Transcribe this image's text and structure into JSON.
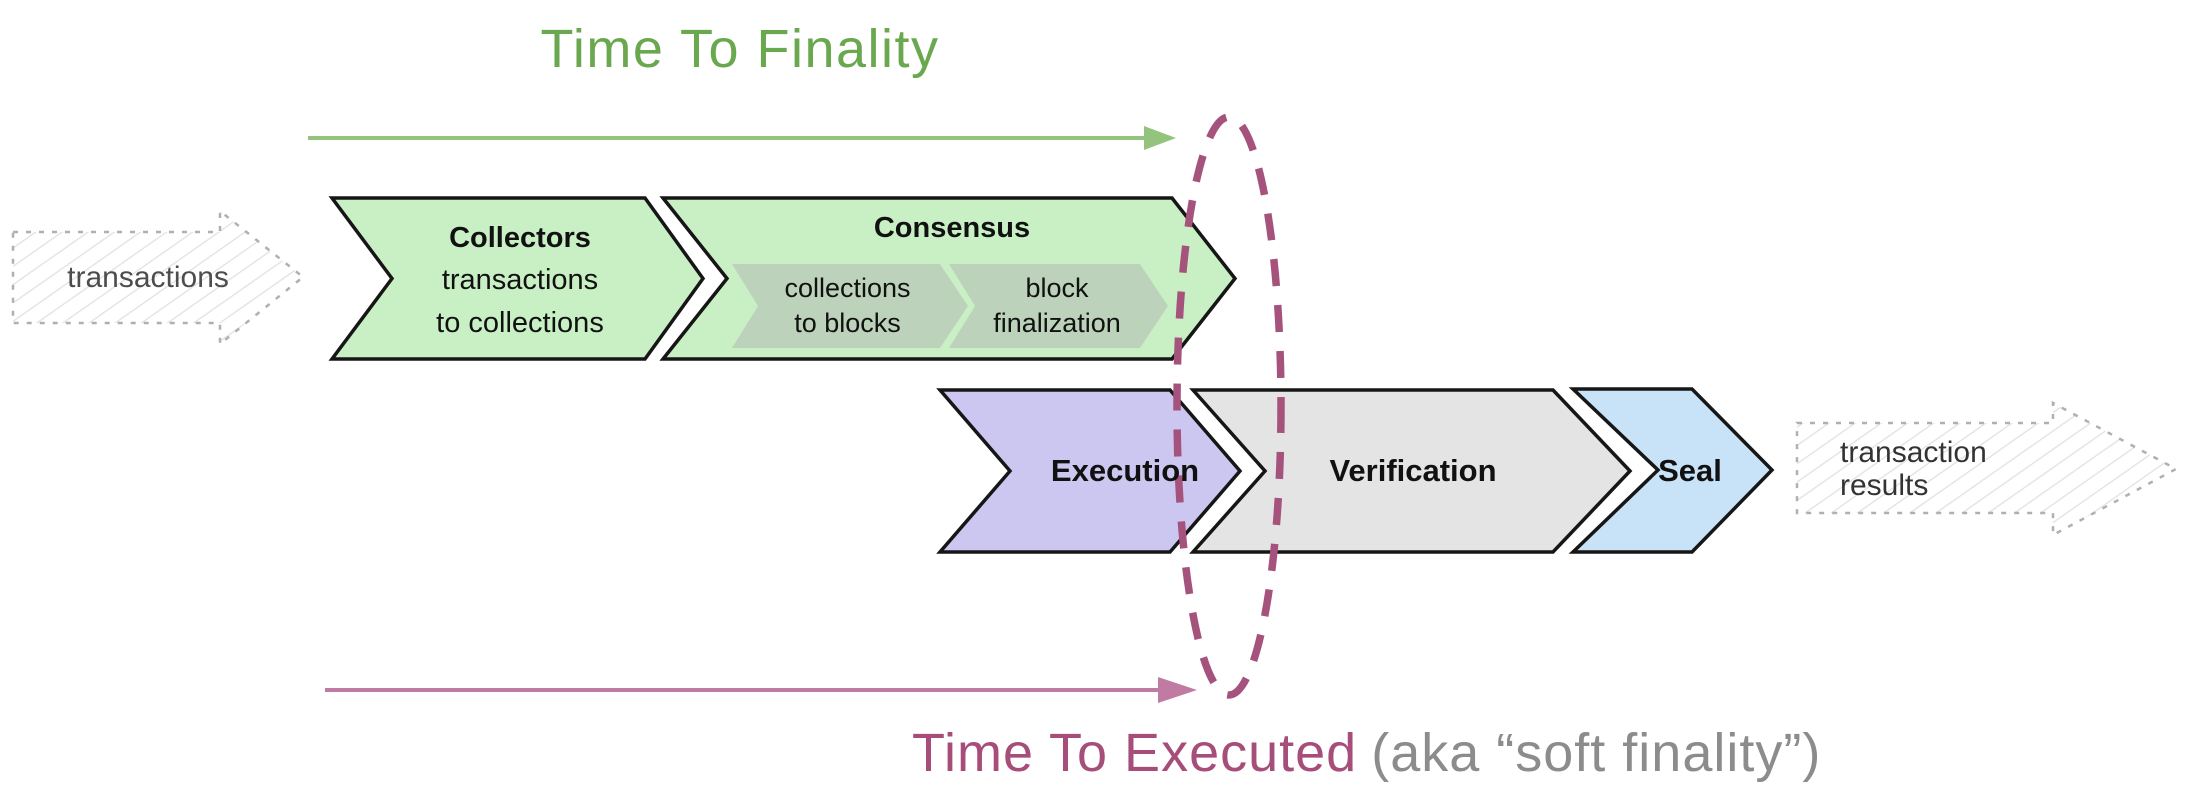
{
  "title": {
    "text": "Time To Finality",
    "color": "#6aa84f"
  },
  "bottom_label": {
    "primary": "Time To Executed",
    "secondary": "(aka “soft finality”)",
    "primary_color": "#a64d79",
    "secondary_color": "#8c8c8c"
  },
  "input_arrow": {
    "label": "transactions",
    "style": "hatched-sketch"
  },
  "output_arrow": {
    "label_line1": "transaction",
    "label_line2": "results",
    "style": "hatched-sketch"
  },
  "timeline_arrows": {
    "finality_color": "#93c47d",
    "executed_color": "#c17ba3"
  },
  "soft_finality_ellipse": {
    "color": "#a5537d",
    "style": "dashed"
  },
  "pipeline": {
    "collectors": {
      "title": "Collectors",
      "subtitle_line1": "transactions",
      "subtitle_line2": "to collections",
      "fill": "#c9f0c5"
    },
    "consensus": {
      "title": "Consensus",
      "fill": "#c9f0c5",
      "substeps": [
        {
          "line1": "collections",
          "line2": "to blocks",
          "fill": "#bdd2ba"
        },
        {
          "line1": "block",
          "line2": "finalization",
          "fill": "#bdd2ba"
        }
      ]
    },
    "execution": {
      "title": "Execution",
      "fill": "#ccc7f0"
    },
    "verification": {
      "title": "Verification",
      "fill": "#e4e4e4"
    },
    "seal": {
      "title": "Seal",
      "fill": "#c8e2f7"
    }
  }
}
